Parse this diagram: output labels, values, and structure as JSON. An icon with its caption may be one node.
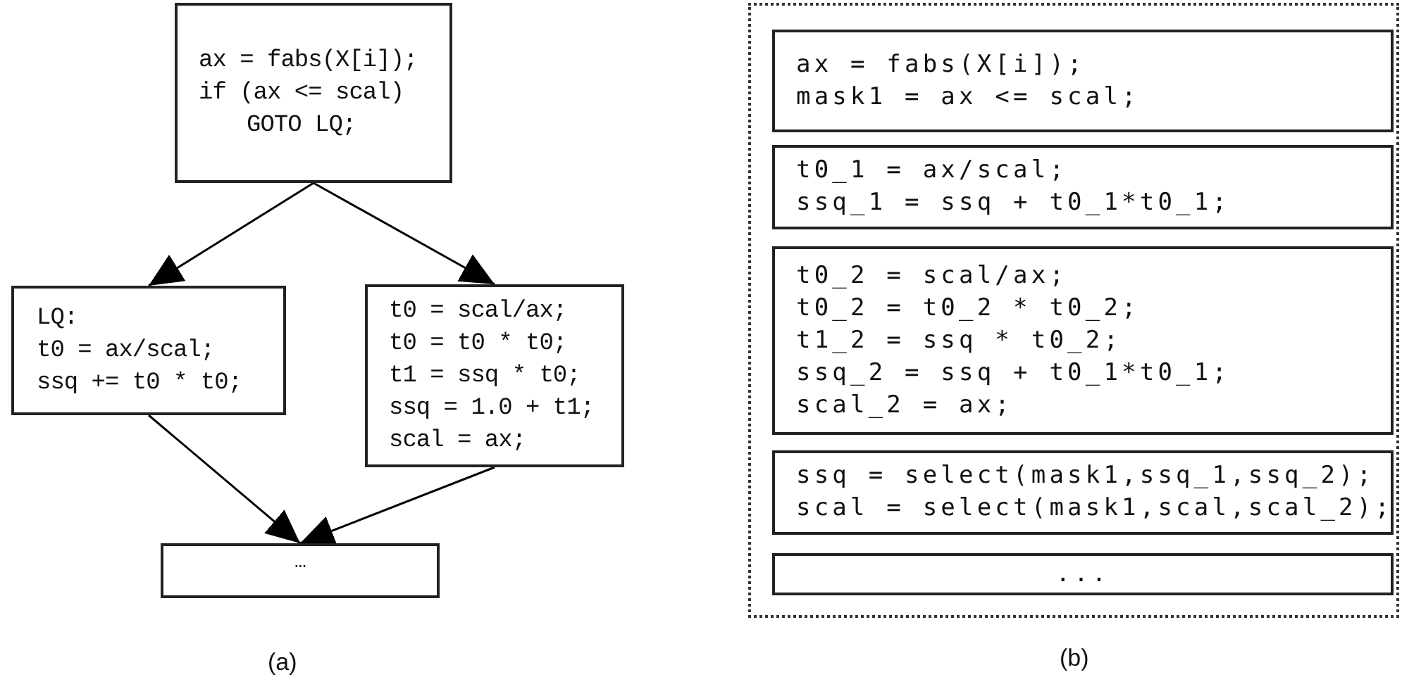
{
  "diagram": {
    "nodes": [
      {
        "text": [
          "ax = fabs(X[i]);",
          "if (ax <= scal)",
          "GOTO LQ;"
        ]
      },
      {
        "text": [
          "LQ:",
          "t0 = ax/scal;",
          "ssq += t0 * t0;"
        ]
      },
      {
        "text": [
          "t0 = scal/ax;",
          "t0 = t0 * t0;",
          "t1 = ssq * t0;",
          "ssq = 1.0 + t1;",
          "scal = ax;"
        ]
      },
      {
        "text": [
          "…"
        ]
      },
      {
        "text": [],
        "shape": "box"
      },
      {
        "text": [
          "ax = fabs(X[i]);",
          "mask1 = ax <= scal;"
        ],
        "in": 4
      },
      {
        "text": [
          "t0_1 = ax/scal;",
          "ssq_1 = ssq + t0_1*t0_1;"
        ],
        "in": 4
      },
      {
        "text": [
          "t0_2 = scal/ax;",
          "t0_2 = t0_2 * t0_2;",
          "t1_2 = ssq * t0_2;",
          "ssq_2 = ssq + t0_1*t0_1;",
          "scal_2 = ax;"
        ],
        "in": 4
      },
      {
        "text": [
          "ssq = select(mask1,ssq_1,ssq_2);",
          "scal = select(mask1,scal,scal_2);"
        ],
        "in": 4
      },
      {
        "text": [
          "..."
        ],
        "in": 4
      }
    ],
    "edges": [
      {
        "from": 0,
        "to": 1,
        "arrow": "to"
      },
      {
        "from": 0,
        "to": 2,
        "arrow": "to"
      },
      {
        "from": 1,
        "to": 3,
        "arrow": "to"
      },
      {
        "from": 2,
        "to": 3,
        "arrow": "to"
      }
    ],
    "labels": [
      "(a)",
      "(b)"
    ]
  }
}
